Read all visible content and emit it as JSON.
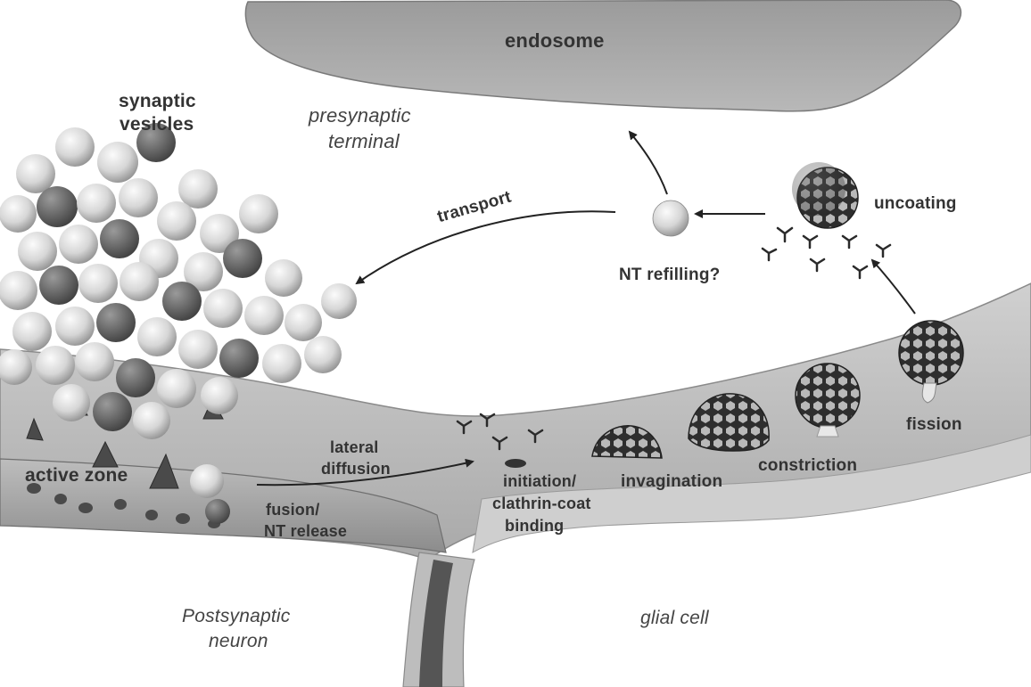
{
  "labels": {
    "endosome": "endosome",
    "synaptic_vesicles_1": "synaptic",
    "synaptic_vesicles_2": "vesicles",
    "presynaptic_1": "presynaptic",
    "presynaptic_2": "terminal",
    "transport": "transport",
    "nt_refilling": "NT refilling?",
    "uncoating": "uncoating",
    "fission": "fission",
    "constriction": "constriction",
    "invagination": "invagination",
    "initiation_1": "initiation/",
    "initiation_2": "clathrin-coat",
    "initiation_3": "binding",
    "lateral_1": "lateral",
    "lateral_2": "diffusion",
    "active_zone": "active zone",
    "fusion_1": "fusion/",
    "fusion_2": "NT release",
    "postsynaptic_1": "Postsynaptic",
    "postsynaptic_2": "neuron",
    "glial": "glial cell"
  },
  "colors": {
    "background": "#ffffff",
    "membrane": "#bdbdbd",
    "membrane_dark": "#8f8f8f",
    "endosome": "#a3a3a3",
    "vesicle": "#dcdcdc",
    "vesicle_shadow": "#5a5a5a",
    "clathrin": "#3a3a3a",
    "arrow": "#222222"
  }
}
